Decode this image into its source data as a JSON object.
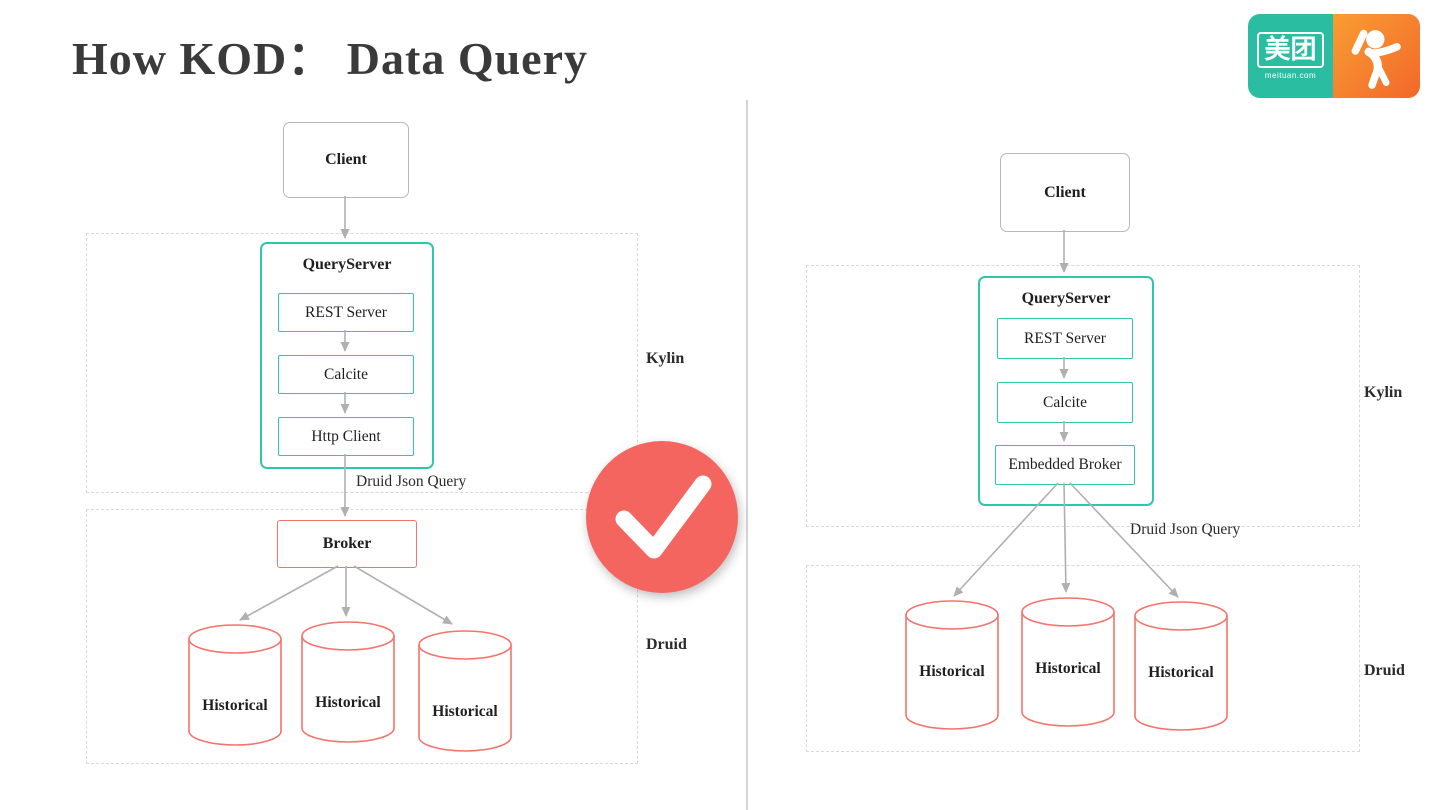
{
  "title": "How KOD：  Data Query",
  "logo": {
    "brand_text": "美团",
    "brand_sub": "meituan.com",
    "teal_color": "#2bbda2",
    "orange_color": "#f78b2d"
  },
  "colors": {
    "teal_border": "#2fc7ac",
    "coral_border": "#f4736b",
    "arrow_gray": "#b0b0b0",
    "dashed_border": "#d9d9d9",
    "check_red": "#f4655f"
  },
  "left_diagram": {
    "client_label": "Client",
    "queryserver": {
      "title": "QueryServer",
      "components": [
        "REST Server",
        "Calcite",
        "Http Client"
      ]
    },
    "edge_label": "Druid Json Query",
    "broker_label": "Broker",
    "historicals": [
      "Historical",
      "Historical",
      "Historical"
    ],
    "region_labels": {
      "kylin": "Kylin",
      "druid": "Druid"
    },
    "status_icon": "check-approved"
  },
  "right_diagram": {
    "client_label": "Client",
    "queryserver": {
      "title": "QueryServer",
      "components": [
        "REST Server",
        "Calcite",
        "Embedded Broker"
      ]
    },
    "edge_label": "Druid Json Query",
    "historicals": [
      "Historical",
      "Historical",
      "Historical"
    ],
    "region_labels": {
      "kylin": "Kylin",
      "druid": "Druid"
    }
  }
}
